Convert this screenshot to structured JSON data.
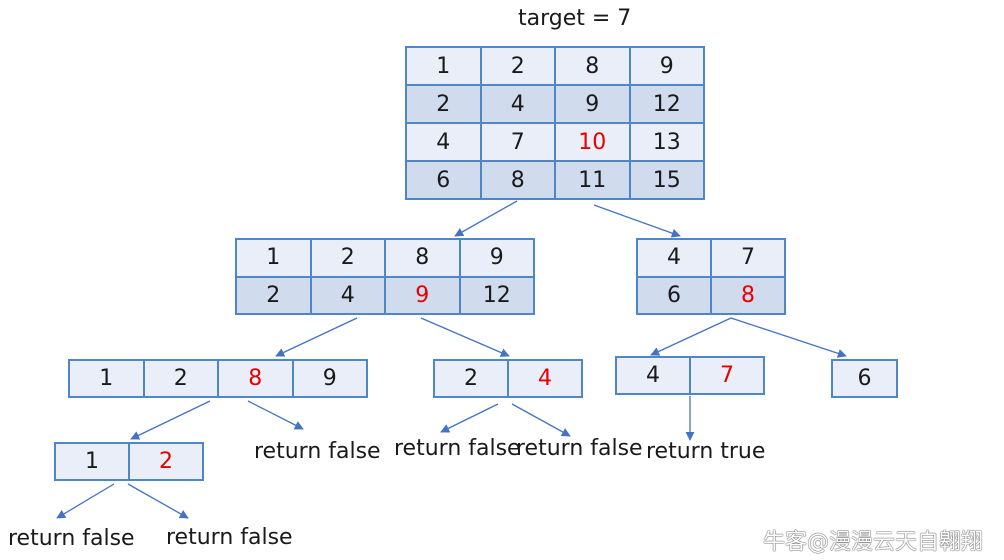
{
  "title": "target = 7",
  "node_root": {
    "rows": [
      [
        "1",
        "2",
        "8",
        "9"
      ],
      [
        "2",
        "4",
        "9",
        "12"
      ],
      [
        "4",
        "7",
        "10",
        "13"
      ],
      [
        "6",
        "8",
        "11",
        "15"
      ]
    ],
    "highlight": [
      [
        2,
        2
      ]
    ]
  },
  "node_l1_left": {
    "rows": [
      [
        "1",
        "2",
        "8",
        "9"
      ],
      [
        "2",
        "4",
        "9",
        "12"
      ]
    ],
    "highlight": [
      [
        1,
        2
      ]
    ]
  },
  "node_l1_right": {
    "rows": [
      [
        "4",
        "7"
      ],
      [
        "6",
        "8"
      ]
    ],
    "highlight": [
      [
        1,
        1
      ]
    ]
  },
  "node_l2_a": {
    "rows": [
      [
        "1",
        "2",
        "8",
        "9"
      ]
    ],
    "highlight": [
      [
        0,
        2
      ]
    ]
  },
  "node_l2_b": {
    "rows": [
      [
        "2",
        "4"
      ]
    ],
    "highlight": [
      [
        0,
        1
      ]
    ]
  },
  "node_l2_c": {
    "rows": [
      [
        "4",
        "7"
      ]
    ],
    "highlight": [
      [
        0,
        1
      ]
    ]
  },
  "node_l2_d": {
    "rows": [
      [
        "6"
      ]
    ],
    "highlight": []
  },
  "node_l3_a": {
    "rows": [
      [
        "1",
        "2"
      ]
    ],
    "highlight": [
      [
        0,
        1
      ]
    ]
  },
  "labels": {
    "return_false_1": "return false",
    "return_false_2": "return false",
    "return_false_3": "return false",
    "return_false_4": "return false",
    "return_false_5": "return false",
    "return_true": "return true"
  },
  "watermark": "牛客@漫漫云天自翱翔",
  "colors": {
    "border": "#4f86c6",
    "cell_light": "#e9eef8",
    "cell_dark": "#d0dbee",
    "highlight_text": "#e60000",
    "arrow": "#4472c4"
  }
}
